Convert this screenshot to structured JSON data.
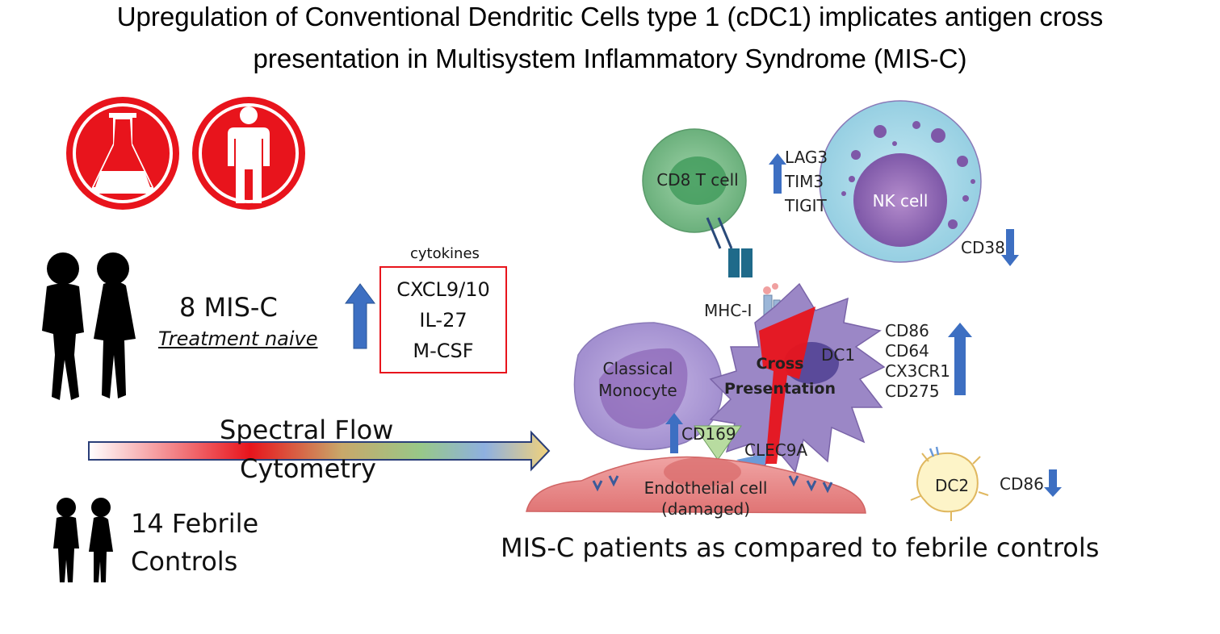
{
  "title": {
    "line1": "Upregulation of Conventional Dendritic Cells type 1 (cDC1) implicates antigen cross",
    "line2": "presentation in Multisystem Inflammatory Syndrome (MIS-C)"
  },
  "icons": [
    "lab-flask-icon",
    "patient-icon",
    "children-silhouette-icon"
  ],
  "left_panel": {
    "misc_count": "8 MIS-C",
    "misc_status": "Treatment naive",
    "cytokines_label": "cytokines",
    "cytokines": [
      "CXCL9/10",
      "IL-27",
      "M-CSF"
    ],
    "method_line1": "Spectral Flow",
    "method_line2": "Cytometry",
    "controls_line1": "14 Febrile",
    "controls_line2": "Controls"
  },
  "cells": {
    "cd8": "CD8 T cell",
    "nk": "NK cell",
    "monocyte_line1": "Classical",
    "monocyte_line2": "Monocyte",
    "dc1": "DC1",
    "dc2": "DC2",
    "endothelial_line1": "Endothelial cell",
    "endothelial_line2": "(damaged)"
  },
  "markers": {
    "cd8_up": [
      "LAG3",
      "TIM3",
      "TIGIT"
    ],
    "nk_down": "CD38",
    "mhc": "MHC-I",
    "dc1_up": [
      "CD86",
      "CD64",
      "CX3CR1",
      "CD275"
    ],
    "cross_line1": "Cross",
    "cross_line2": "Presentation",
    "monocyte_up": "CD169",
    "clec": "CLEC9A",
    "dc2_down": "CD86"
  },
  "caption": "MIS-C patients as compared to febrile controls",
  "colors": {
    "red_icon": "#e8141c",
    "arrow_blue": "#3d6fc2",
    "cd8_green": "#7fc08f",
    "nk_blue": "#a8d8e8",
    "dc_purple": "#9b87c6",
    "endothelial_pink": "#e98a8a"
  }
}
